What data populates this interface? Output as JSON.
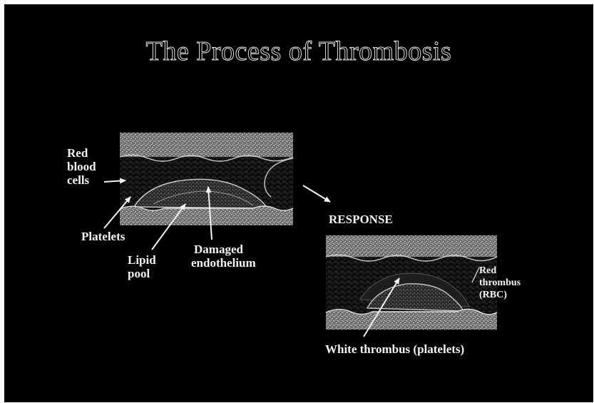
{
  "slide": {
    "title": "The Process of Thrombosis"
  },
  "diagram_before": {
    "labels": {
      "red_blood_cells": [
        "Red",
        "blood",
        "cells"
      ],
      "platelets": "Platelets",
      "lipid_pool": [
        "Lipid",
        "pool"
      ],
      "damaged_endothelium": [
        "Damaged",
        "endothelium"
      ]
    }
  },
  "diagram_after": {
    "heading": "RESPONSE",
    "labels": {
      "red_thrombus": [
        "Red",
        "thrombus",
        "(RBC)"
      ],
      "white_thrombus": "White thrombus (platelets)"
    }
  },
  "colors": {
    "background": "#000000",
    "text": "#f2f2f2",
    "vessel_wall": "#9a9a9a"
  }
}
